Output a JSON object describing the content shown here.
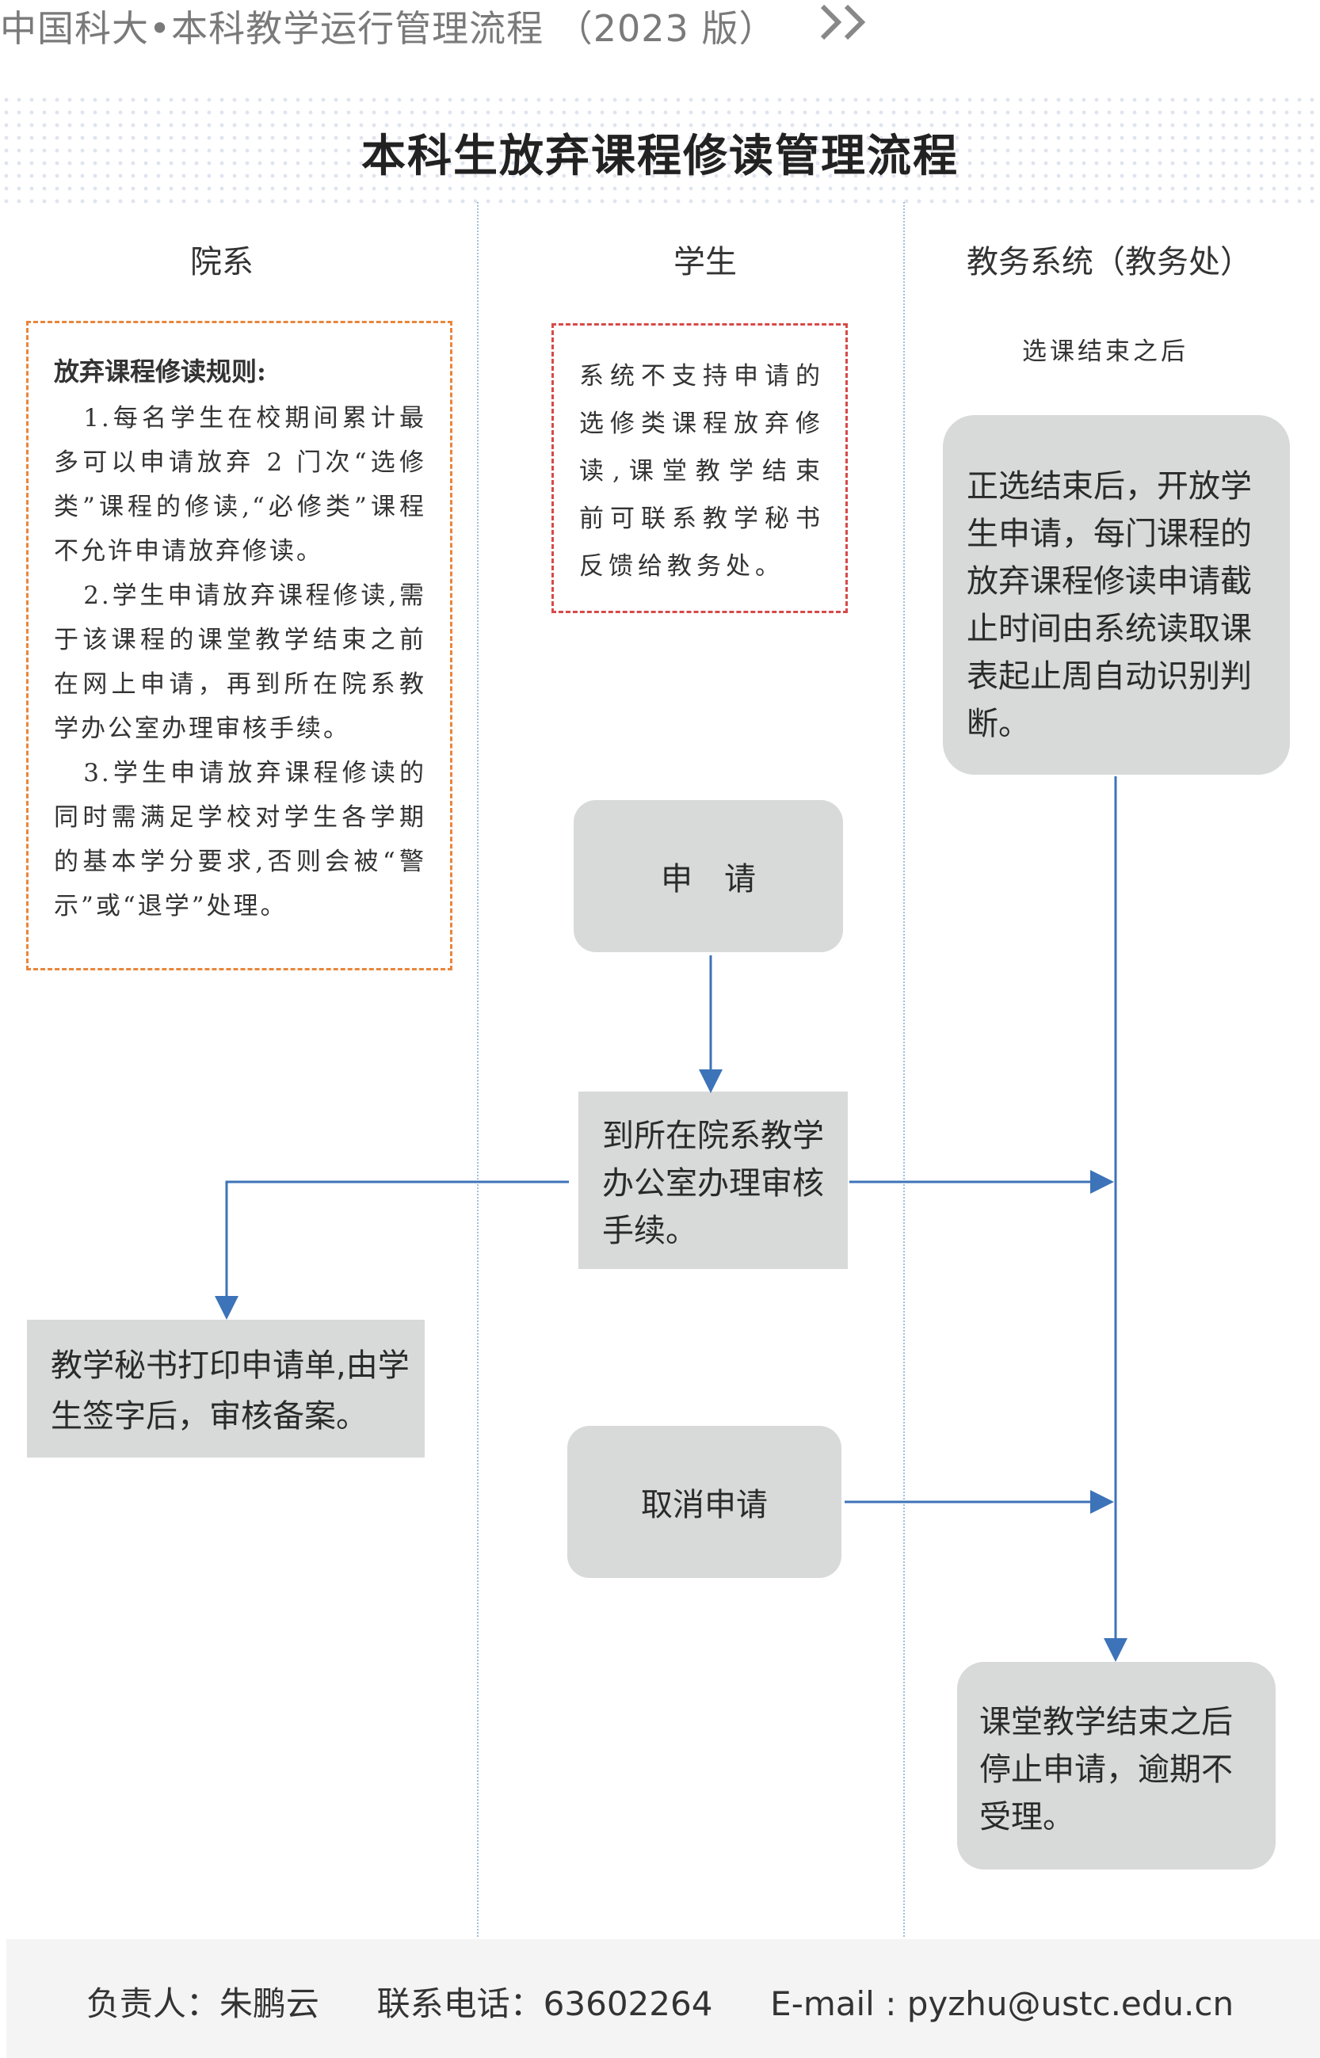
{
  "header": {
    "text": "中国科大•本科教学运行管理流程 （2023 版）"
  },
  "title": "本科生放弃课程修读管理流程",
  "columns": {
    "dept": "院系",
    "student": "学生",
    "system": "教务系统（教务处）"
  },
  "rules": {
    "title": "放弃课程修读规则:",
    "items": [
      "1.每名学生在校期间累计最多可以申请放弃 2 门次“选修类”课程的修读,“必修类”课程不允许申请放弃修读。",
      "2.学生申请放弃课程修读,需于该课程的课堂教学结束之前在网上申请，再到所在院系教学办公室办理审核手续。",
      "3.学生申请放弃课程修读的同时需满足学校对学生各学期的基本学分要求,否则会被“警示”或“退学”处理。"
    ]
  },
  "note": "系统不支持申请的选修类课程放弃修读,课堂教学结束前可联系教学秘书反馈给教务处。",
  "system_top_label": "选课结束之后",
  "boxes": {
    "system_open": "正选结束后，开放学生申请，每门课程的放弃课程修读申请截止时间由系统读取课表起止周自动识别判断。",
    "apply": "申请",
    "office": "到所在院系教学办公室办理审核手续。",
    "secretary": "教学秘书打印申请单,由学生签字后，审核备案。",
    "cancel": "取消申请",
    "end": "课堂教学结束之后停止申请，逾期不受理。"
  },
  "footer": {
    "person_label": "负责人：",
    "person": "朱鹏云",
    "phone_label": "联系电话：",
    "phone": "63602264",
    "email_label": "E-mail : ",
    "email": "pyzhu@ustc.edu.cn"
  },
  "colors": {
    "arrow": "#3d73b8",
    "box": "#d8d9d9",
    "rule_border": "#e8863c",
    "note_border": "#d64a4a"
  }
}
